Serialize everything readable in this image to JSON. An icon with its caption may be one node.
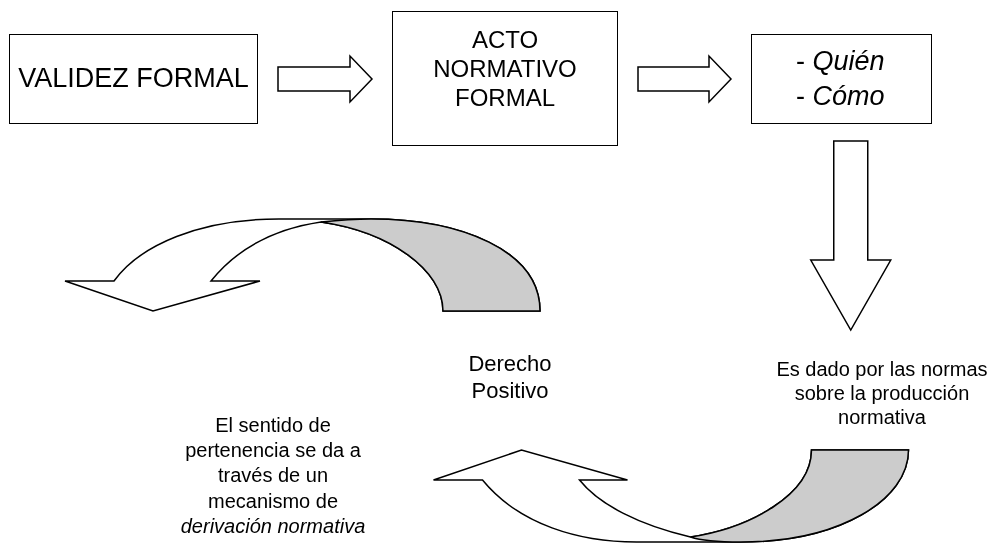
{
  "diagram": {
    "nodes": [
      {
        "text": [
          "VALIDEZ FORMAL"
        ]
      },
      {
        "text": [
          "ACTO NORMATIVO FORMAL"
        ]
      },
      {
        "text": [
          "- *Quién*",
          "- *Cómo*"
        ]
      },
      {
        "text": [
          "Es dado por las normas sobre la producción normativa"
        ]
      },
      {
        "text": [
          "Derecho Positivo"
        ]
      },
      {
        "text": [
          "El sentido de pertenencia se da a través de un mecanismo de *derivación normativa*"
        ]
      }
    ],
    "edges": [
      {
        "from": 0,
        "to": 1,
        "arrow": "to"
      },
      {
        "from": 1,
        "to": 2,
        "arrow": "to"
      },
      {
        "from": 2,
        "to": 3,
        "arrow": "to"
      },
      {
        "from": 3,
        "to": 4,
        "arrow": "to"
      },
      {
        "from": 4,
        "to": 5,
        "arrow": "to"
      }
    ]
  }
}
